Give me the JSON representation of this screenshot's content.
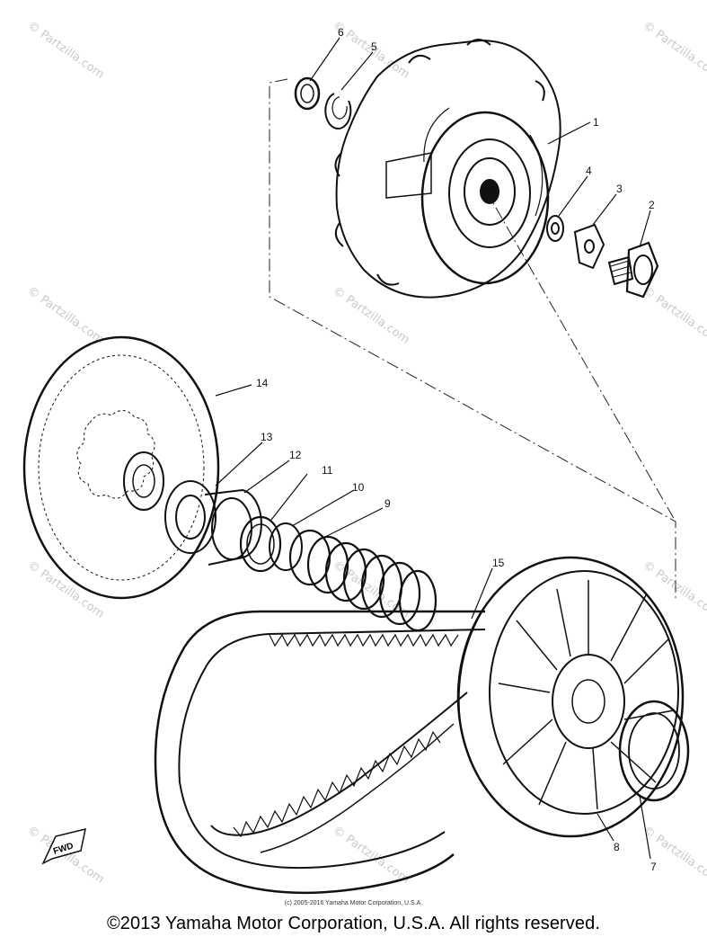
{
  "watermark": "© Partzilla.com",
  "fwd_label": "FWD",
  "callouts": [
    "1",
    "2",
    "3",
    "4",
    "5",
    "6",
    "7",
    "8",
    "9",
    "10",
    "11",
    "12",
    "13",
    "14",
    "15"
  ],
  "small_copyright": "(c) 2005-2016 Yamaha Motor Corporation, U.S.A.",
  "copyright": "©2013 Yamaha Motor Corporation, U.S.A. All rights reserved."
}
